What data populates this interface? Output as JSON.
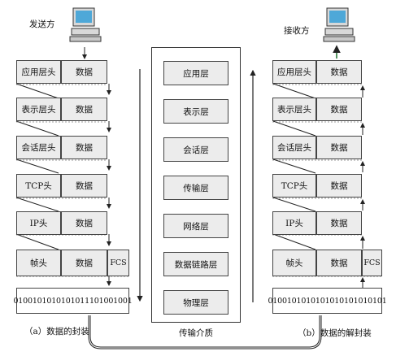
{
  "sender": {
    "title": "发送方",
    "rows": [
      {
        "header": "应用层头",
        "data": "数据"
      },
      {
        "header": "表示层头",
        "data": "数据"
      },
      {
        "header": "会话层头",
        "data": "数据"
      },
      {
        "header": "TCP头",
        "data": "数据"
      },
      {
        "header": "IP头",
        "data": "数据"
      }
    ],
    "frame": {
      "header": "帧头",
      "data": "数据",
      "trailer": "FCS"
    },
    "bits": "0100101010101011101001001",
    "caption": "（a）数据的封装"
  },
  "receiver": {
    "title": "接收方",
    "rows": [
      {
        "header": "应用层头",
        "data": "数据"
      },
      {
        "header": "表示层头",
        "data": "数据"
      },
      {
        "header": "会话层头",
        "data": "数据"
      },
      {
        "header": "TCP头",
        "data": "数据"
      },
      {
        "header": "IP头",
        "data": "数据"
      }
    ],
    "frame": {
      "header": "帧头",
      "data": "数据",
      "trailer": "FCS"
    },
    "bits": "0100101010101010101010101",
    "caption": "（b）数据的解封装"
  },
  "layers": [
    "应用层",
    "表示层",
    "会话层",
    "传输层",
    "网络层",
    "数据链路层",
    "物理层"
  ],
  "medium": "传输介质",
  "colors": {
    "box_fill": "#ececec",
    "line": "#333333",
    "monitor_screen": "#4ea8d8"
  }
}
